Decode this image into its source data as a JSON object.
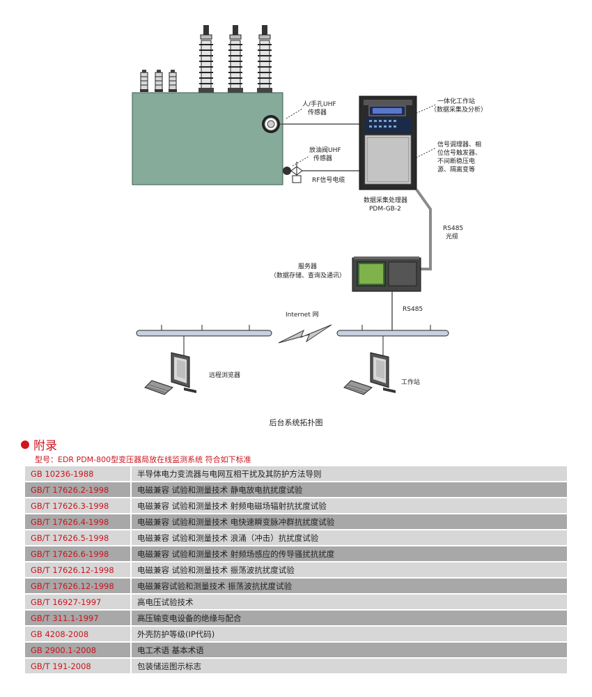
{
  "diagram": {
    "label_manhole_uhf_1": "人/手孔UHF",
    "label_manhole_uhf_2": "传感器",
    "label_valve_uhf_1": "放油阀UHF",
    "label_valve_uhf_2": "传感器",
    "label_rf_cable": "RF信号电缆",
    "label_workstation_int_1": "一体化工作站",
    "label_workstation_int_2": "（数据采集及分析）",
    "label_conditioner_1": "信号调理器、相",
    "label_conditioner_2": "位信号触发器、",
    "label_conditioner_3": "不间断稳压电",
    "label_conditioner_4": "源、隔离变等",
    "label_processor_1": "数据采集处理器",
    "label_processor_2": "PDM-GB-2",
    "label_rs485_fiber_1": "RS485",
    "label_rs485_fiber_2": "光缆",
    "label_server_1": "服务器",
    "label_server_2": "（数据存储、查询及通讯）",
    "label_rs485": "RS485",
    "label_internet": "Internet 网",
    "label_remote_browser": "远程浏览器",
    "label_workstation": "工作站",
    "colors": {
      "tank": "#86ab9b",
      "accent": "#c8141e"
    }
  },
  "caption": "后台系统拓扑图",
  "appendix": {
    "title": "附录",
    "subtitle": "型号：EDR PDM-800型变压器局放在线监测系统 符合如下标准",
    "rows": [
      {
        "code": "GB 10236-1988",
        "desc": "半导体电力变流器与电网互相干扰及其防护方法导则"
      },
      {
        "code": "GB/T 17626.2-1998",
        "desc": "电磁兼容 试验和测量技术 静电放电抗扰度试验"
      },
      {
        "code": "GB/T 17626.3-1998",
        "desc": "电磁兼容 试验和测量技术 射频电磁场辐射抗扰度试验"
      },
      {
        "code": "GB/T 17626.4-1998",
        "desc": "电磁兼容 试验和测量技术 电快速瞬变脉冲群抗扰度试验"
      },
      {
        "code": "GB/T 17626.5-1998",
        "desc": "电磁兼容 试验和测量技术 浪涌（冲击）抗扰度试验"
      },
      {
        "code": "GB/T 17626.6-1998",
        "desc": "电磁兼容 试验和测量技术 射频场感应的传导骚扰抗扰度"
      },
      {
        "code": "GB/T 17626.12-1998",
        "desc": "电磁兼容 试验和测量技术 振荡波抗扰度试验"
      },
      {
        "code": "GB/T 17626.12-1998",
        "desc": "电磁兼容试验和测量技术 振荡波抗扰度试验"
      },
      {
        "code": "GB/T 16927-1997",
        "desc": "高电压试验技术"
      },
      {
        "code": "GB/T 311.1-1997",
        "desc": "高压输变电设备的绝缘与配合"
      },
      {
        "code": "GB 4208-2008",
        "desc": "外壳防护等级(IP代码)"
      },
      {
        "code": "GB 2900.1-2008",
        "desc": "电工术语 基本术语"
      },
      {
        "code": "GB/T 191-2008",
        "desc": "包装储运图示标志"
      }
    ]
  }
}
